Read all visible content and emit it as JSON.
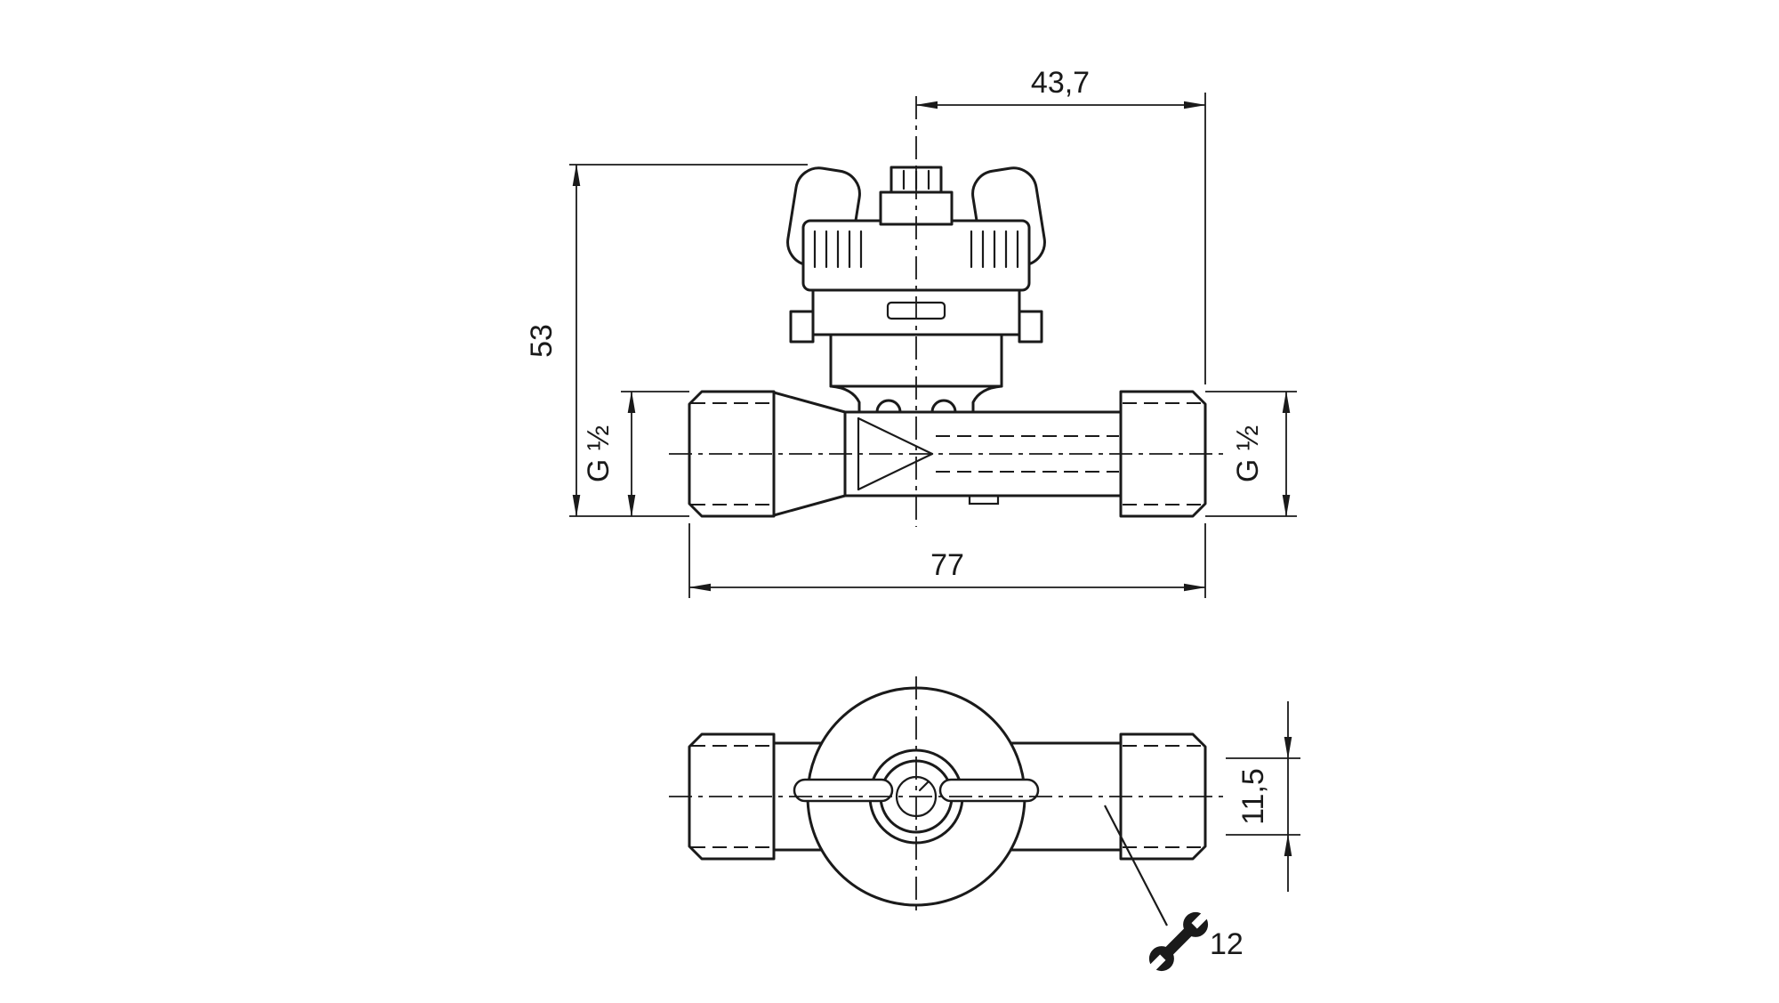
{
  "drawing": {
    "background": "#ffffff",
    "line_color": "#1a1a1a",
    "type": "dimensional-technical-drawing",
    "views": {
      "front": "front-view-with-sensor-head",
      "top": "top-plan-view"
    },
    "dimensions": {
      "offset_top": "43,7",
      "height": "53",
      "length": "77",
      "thread_left": "G ½",
      "thread_right": "G ½",
      "depth": "11,5",
      "wrench_size": "12"
    },
    "icons": {
      "wrench": "open-end-wrench"
    }
  }
}
